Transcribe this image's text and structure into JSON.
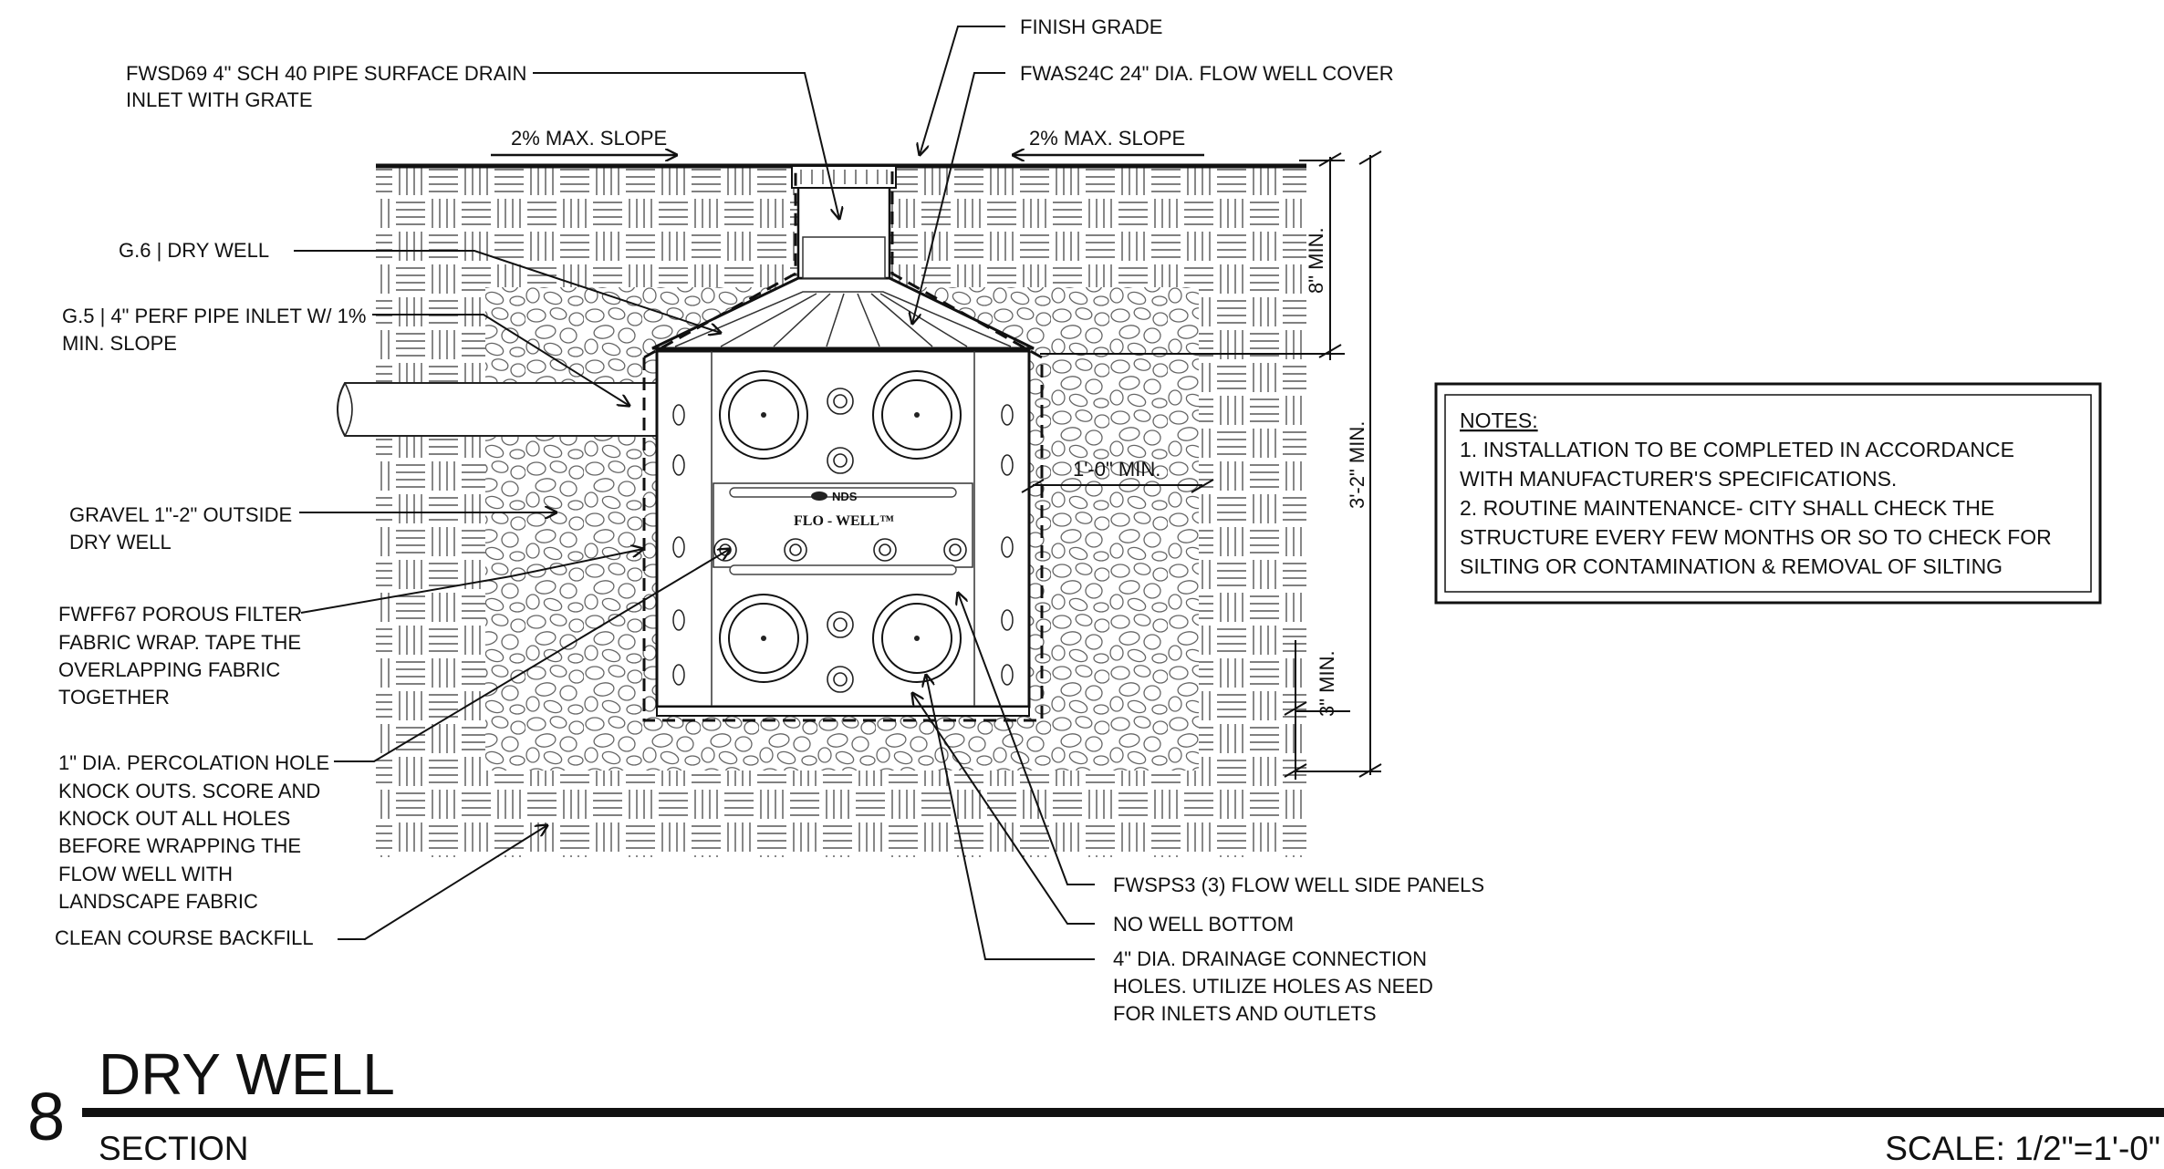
{
  "callouts": {
    "finish_grade": "FINISH GRADE",
    "surface_drain_line1": "FWSD69 4\" SCH 40 PIPE SURFACE DRAIN",
    "surface_drain_line2": "INLET WITH GRATE",
    "well_cover": "FWAS24C 24\" DIA. FLOW WELL COVER",
    "slope_left": "2% MAX. SLOPE",
    "slope_right": "2% MAX. SLOPE",
    "dry_well": "G.6 | DRY WELL",
    "perf_pipe_line1": "G.5 | 4\" PERF PIPE INLET W/ 1%",
    "perf_pipe_line2": "MIN. SLOPE",
    "gravel_line1": "GRAVEL 1\"-2\" OUTSIDE",
    "gravel_line2": "DRY WELL",
    "filter_line1": "FWFF67 POROUS FILTER",
    "filter_line2": "FABRIC WRAP. TAPE THE",
    "filter_line3": "OVERLAPPING FABRIC",
    "filter_line4": "TOGETHER",
    "perc_line1": "1\" DIA. PERCOLATION HOLE",
    "perc_line2": "KNOCK OUTS. SCORE AND",
    "perc_line3": "KNOCK OUT ALL HOLES",
    "perc_line4": "BEFORE WRAPPING THE",
    "perc_line5": "FLOW WELL WITH",
    "perc_line6": "LANDSCAPE FABRIC",
    "backfill": "CLEAN COURSE BACKFILL",
    "side_panels": "FWSPS3 (3) FLOW WELL SIDE PANELS",
    "no_bottom": "NO WELL BOTTOM",
    "drain_line1": "4\" DIA. DRAINAGE CONNECTION",
    "drain_line2": "HOLES. UTILIZE HOLES AS NEED",
    "drain_line3": "FOR INLETS AND OUTLETS"
  },
  "dimensions": {
    "top_cover": "8\" MIN.",
    "overall": "3'-2\" MIN.",
    "side": "1'-0\" MIN.",
    "bottom": "3\" MIN."
  },
  "product": {
    "brand": "NDS",
    "name": "FLO - WELL™"
  },
  "notes": {
    "heading": "NOTES:",
    "line1": "1.   INSTALLATION TO BE COMPLETED IN ACCORDANCE",
    "line2": "WITH MANUFACTURER'S SPECIFICATIONS.",
    "line3": "2.  ROUTINE MAINTENANCE- CITY SHALL CHECK THE",
    "line4": "STRUCTURE EVERY FEW MONTHS OR SO TO CHECK FOR",
    "line5": "SILTING OR CONTAMINATION & REMOVAL OF SILTING"
  },
  "title_block": {
    "number": "8",
    "title": "DRY WELL",
    "subtitle": "SECTION",
    "scale": "SCALE: 1/2\"=1'-0\""
  },
  "colors": {
    "ink": "#111111",
    "paper": "#ffffff",
    "hatch": "#555555",
    "gravel": "#666666"
  }
}
